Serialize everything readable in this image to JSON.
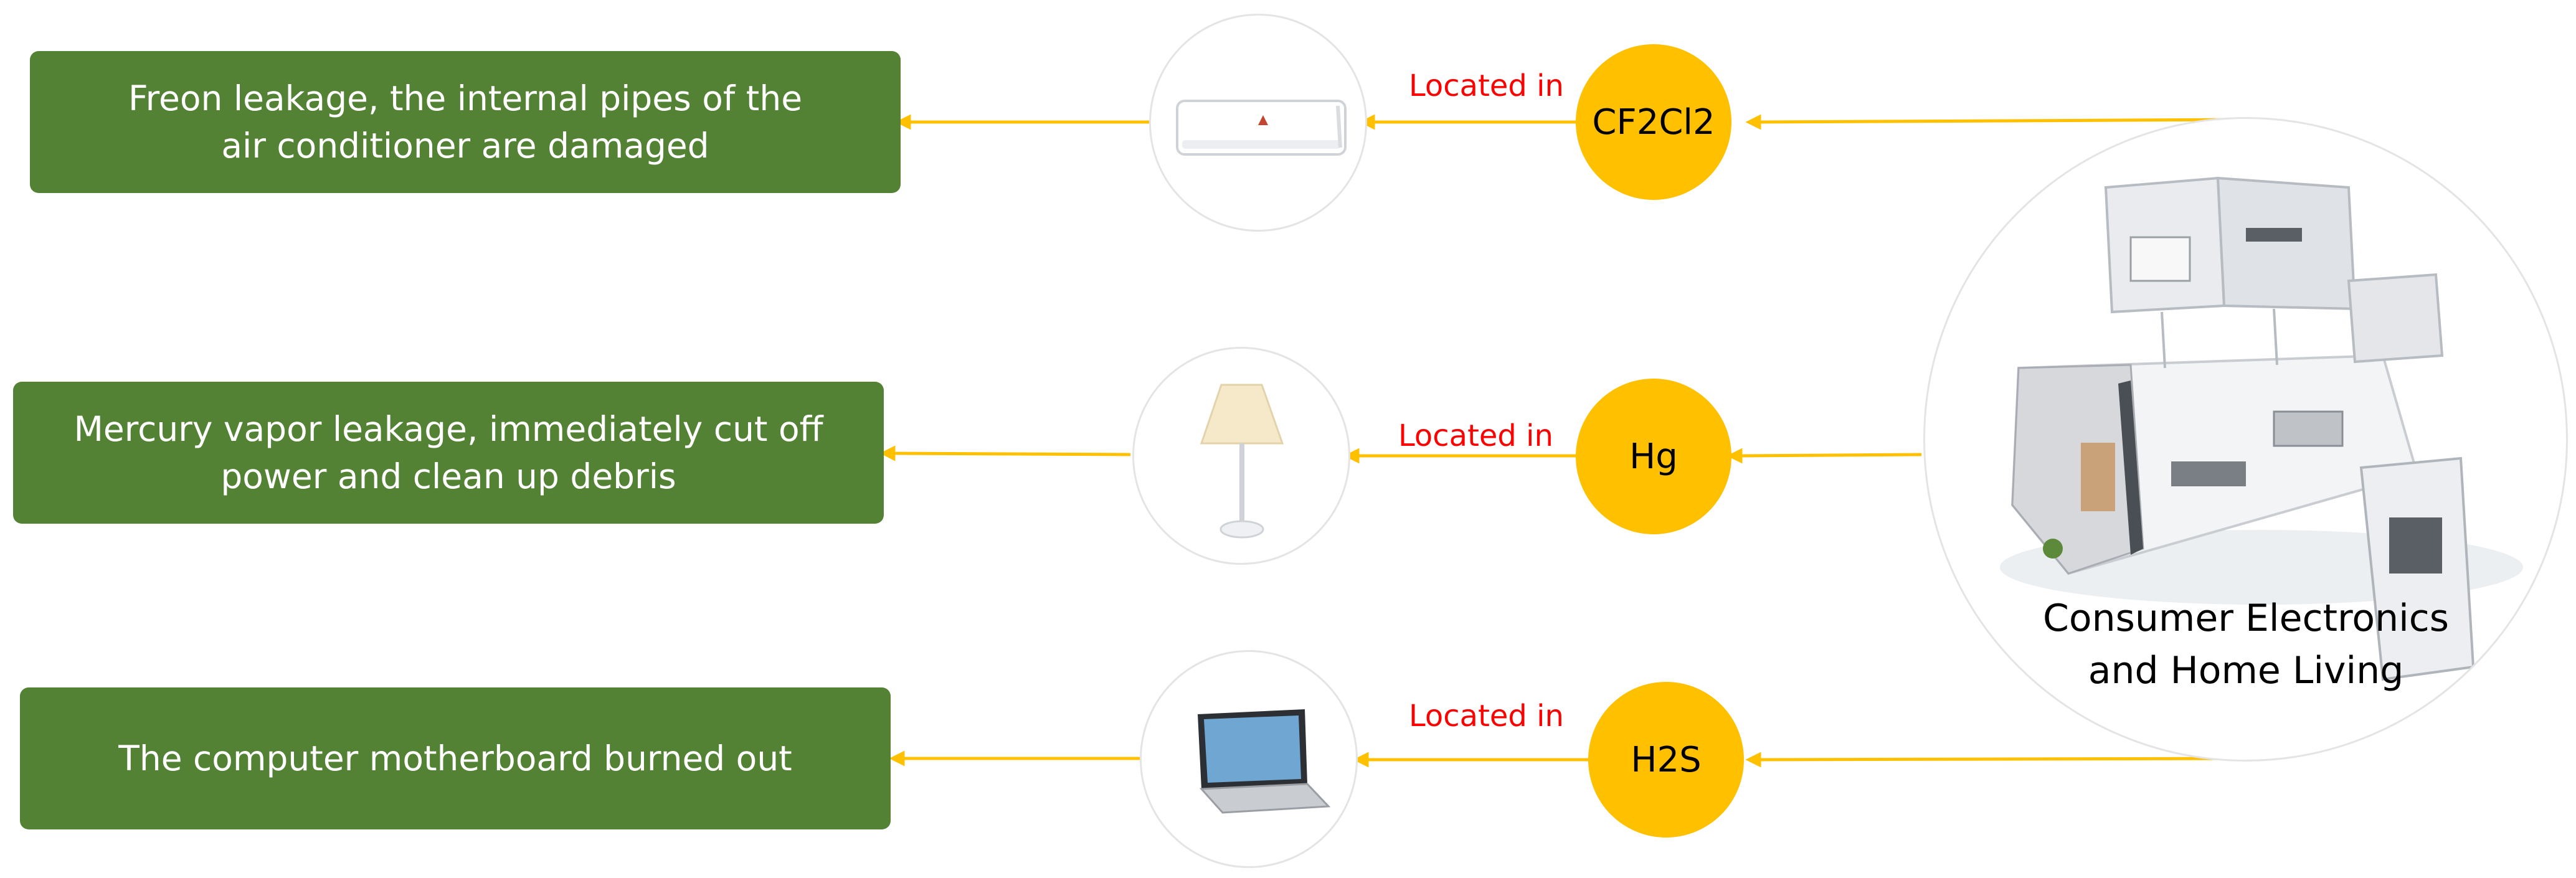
{
  "hub": {
    "label_line1": "Consumer Electronics",
    "label_line2": "and Home Living",
    "image": "3D floor plan of an apartment interior"
  },
  "rows": [
    {
      "gas": "CF2Cl2",
      "relation": "Located in",
      "appliance_icon": "air-conditioner-icon",
      "outcome": "Freon leakage, the internal pipes of the air conditioner are damaged"
    },
    {
      "gas": "Hg",
      "relation": "Located in",
      "appliance_icon": "table-lamp-icon",
      "outcome": "Mercury vapor leakage, immediately cut off power and clean up debris"
    },
    {
      "gas": "H2S",
      "relation": "Located in",
      "appliance_icon": "laptop-icon",
      "outcome": "The computer motherboard burned out"
    }
  ],
  "colors": {
    "outcome_box": "#548235",
    "gas_circle": "#ffc000",
    "arrow": "#ffc000",
    "relation_text": "#ff0000"
  }
}
